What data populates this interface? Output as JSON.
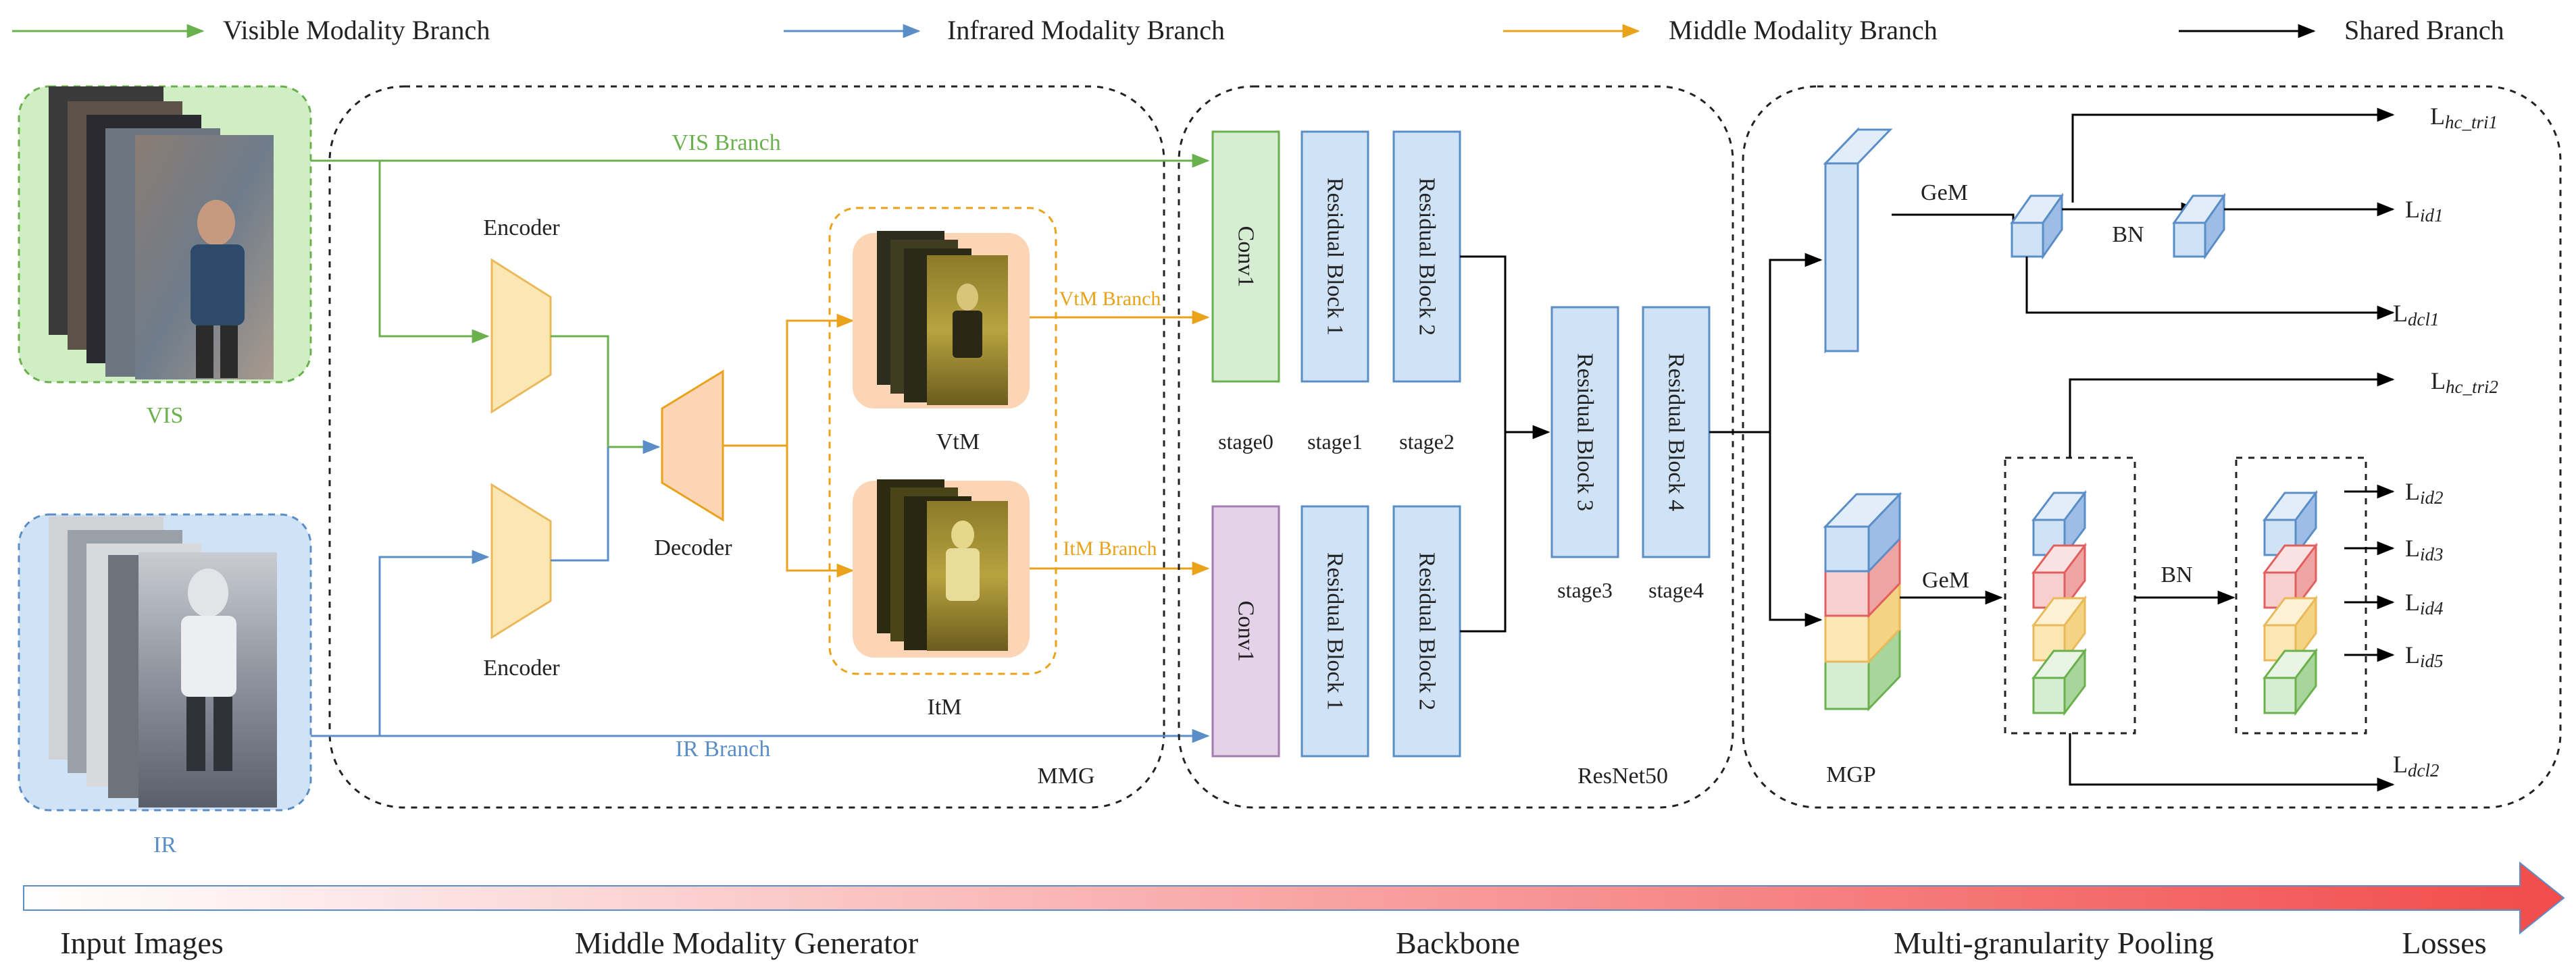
{
  "legend": {
    "visible": "Visible Modality Branch",
    "infrared": "Infrared Modality Branch",
    "middle": "Middle Modality Branch",
    "shared": "Shared Branch"
  },
  "colors": {
    "visible": "#6ab04c",
    "infrared": "#5b8ec7",
    "middle": "#e9a21a",
    "shared": "#000000",
    "vis_bg": "#cfeec4",
    "ir_bg": "#cfe2f6",
    "mm_bg": "#fbd5b5",
    "encoder_fill": "#fbe7b3",
    "decoder_fill": "#fbd5b5",
    "block_blue": "#cfe2f6",
    "conv_green": "#d6ecd3",
    "conv_purple": "#e4d3e8",
    "gradient_end": "#f24b4b"
  },
  "inputs": {
    "vis_label": "VIS",
    "ir_label": "IR"
  },
  "mmg": {
    "vis_branch": "VIS Branch",
    "ir_branch": "IR Branch",
    "encoder_top": "Encoder",
    "encoder_bottom": "Encoder",
    "decoder": "Decoder",
    "vtm_branch": "VtM Branch",
    "itm_branch": "ItM Branch",
    "vtm": "VtM",
    "itm": "ItM",
    "module_label": "MMG"
  },
  "backbone": {
    "conv1": "Conv1",
    "rb1": "Residual Block 1",
    "rb2": "Residual Block 2",
    "rb3": "Residual Block 3",
    "rb4": "Residual Block 4",
    "stage0": "stage0",
    "stage1": "stage1",
    "stage2": "stage2",
    "stage3": "stage3",
    "stage4": "stage4",
    "module_label": "ResNet50"
  },
  "pooling": {
    "gem_top": "GeM",
    "bn_top": "BN",
    "gem_bottom": "GeM",
    "bn_bottom": "BN",
    "module_label": "MGP"
  },
  "losses": {
    "hc_tri1": {
      "base": "L",
      "sub": "hc_tri1"
    },
    "id1": {
      "base": "L",
      "sub": "id1"
    },
    "dcl1": {
      "base": "L",
      "sub": "dcl1"
    },
    "hc_tri2": {
      "base": "L",
      "sub": "hc_tri2"
    },
    "id2": {
      "base": "L",
      "sub": "id2"
    },
    "id3": {
      "base": "L",
      "sub": "id3"
    },
    "id4": {
      "base": "L",
      "sub": "id4"
    },
    "id5": {
      "base": "L",
      "sub": "id5"
    },
    "dcl2": {
      "base": "L",
      "sub": "dcl2"
    }
  },
  "pipeline": {
    "input": "Input Images",
    "mmg": "Middle Modality Generator",
    "backbone": "Backbone",
    "pooling": "Multi-granularity Pooling",
    "losses": "Losses"
  }
}
